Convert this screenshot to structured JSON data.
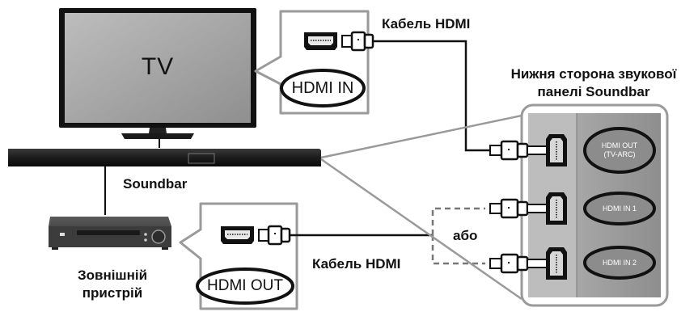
{
  "tv": {
    "label": "TV"
  },
  "soundbar": {
    "label": "Soundbar"
  },
  "external_device": {
    "label_line1": "Зовнішній",
    "label_line2": "пристрій"
  },
  "cable_top": {
    "label": "Кабель HDMI"
  },
  "cable_bottom": {
    "label": "Кабель HDMI"
  },
  "callout_tv": {
    "port_label": "HDMI IN"
  },
  "callout_device": {
    "port_label": "HDMI OUT"
  },
  "soundbar_panel": {
    "title_line1": "Нижня сторона звукової",
    "title_line2": "панелі Soundbar",
    "ports": [
      {
        "label_line1": "HDMI OUT",
        "label_line2": "(TV-ARC)"
      },
      {
        "label_line1": "HDMI IN 1",
        "label_line2": ""
      },
      {
        "label_line1": "HDMI IN 2",
        "label_line2": ""
      }
    ]
  },
  "or_label": "або",
  "colors": {
    "outline": "#111111",
    "callout_border": "#9a9a9a",
    "panel_gray": "#9c9c9c",
    "tv_screen": "#a9a9a9"
  }
}
